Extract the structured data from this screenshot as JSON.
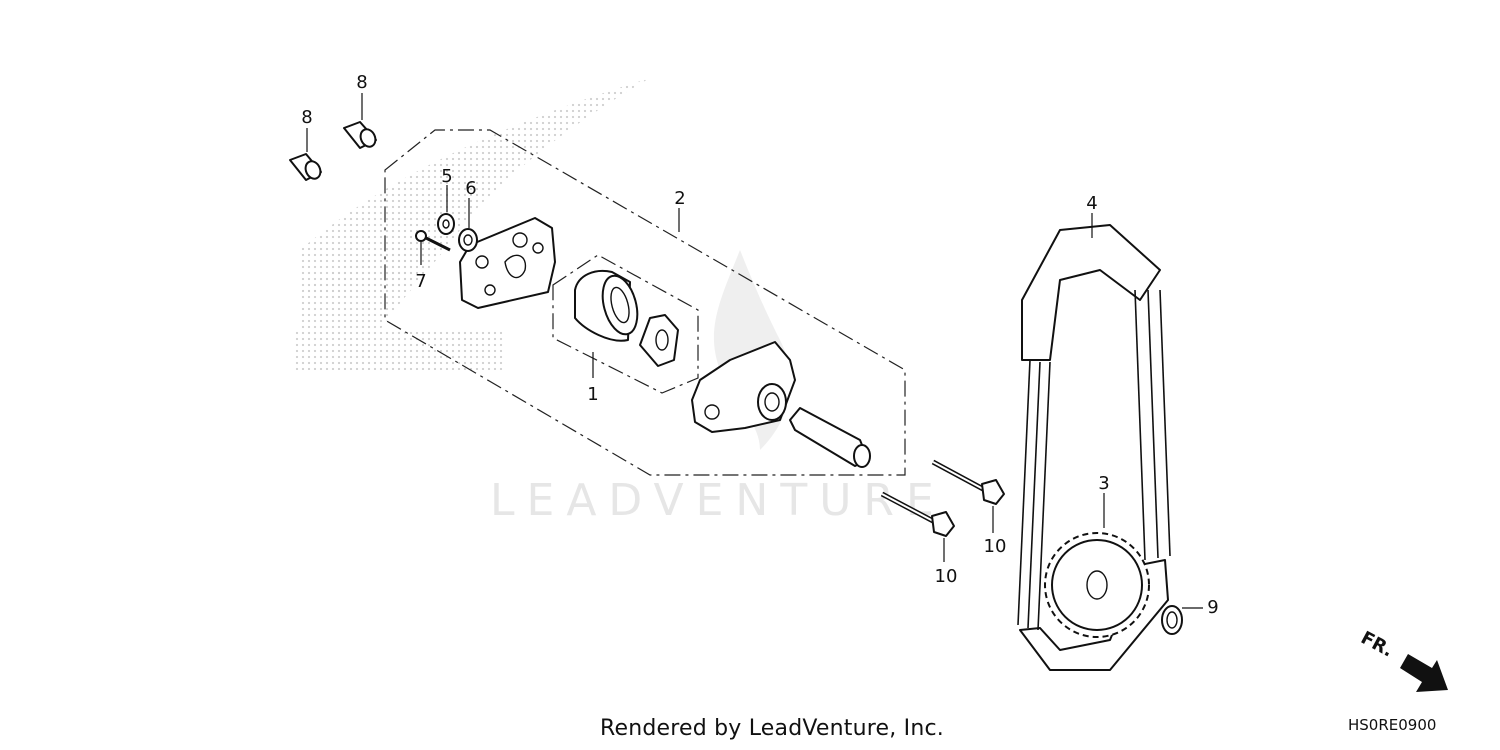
{
  "diagram": {
    "callouts": [
      {
        "id": "1",
        "text": "1"
      },
      {
        "id": "2",
        "text": "2"
      },
      {
        "id": "3",
        "text": "3"
      },
      {
        "id": "4",
        "text": "4"
      },
      {
        "id": "5",
        "text": "5"
      },
      {
        "id": "6",
        "text": "6"
      },
      {
        "id": "7",
        "text": "7"
      },
      {
        "id": "8a",
        "text": "8"
      },
      {
        "id": "8b",
        "text": "8"
      },
      {
        "id": "9",
        "text": "9"
      },
      {
        "id": "10a",
        "text": "10"
      },
      {
        "id": "10b",
        "text": "10"
      }
    ],
    "direction_label": "FR.",
    "diagram_code": "HS0RE0900"
  },
  "footer": {
    "credit": "Rendered by LeadVenture, Inc."
  },
  "watermark": {
    "text": "LEADVENTURE"
  }
}
